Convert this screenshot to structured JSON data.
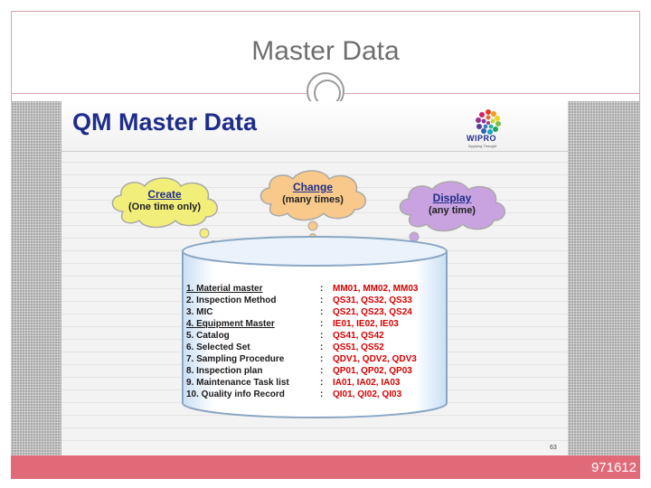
{
  "slide": {
    "title": "Master Data",
    "number": "971612"
  },
  "inner": {
    "title": "QM Master Data",
    "logo_text": "WIPRO",
    "logo_tagline": "Applying Thought",
    "page_number": "63"
  },
  "clouds": {
    "create": {
      "head": "Create",
      "sub": "(One time only)",
      "color": "#f2ee7a"
    },
    "change": {
      "head": "Change",
      "sub": "(many times)",
      "color": "#f8c98a"
    },
    "display": {
      "head": "Display",
      "sub": "(any time)",
      "color": "#c8a3e0"
    }
  },
  "items": [
    {
      "label": "1.  Material master",
      "codes": "MM01, MM02, MM03"
    },
    {
      "label": "2.  Inspection Method",
      "codes": "QS31, QS32, QS33"
    },
    {
      "label": "3.  MIC",
      "codes": "QS21, QS23, QS24"
    },
    {
      "label": "4.  Equipment Master",
      "codes": "IE01, IE02, IE03"
    },
    {
      "label": "5.  Catalog",
      "codes": "QS41, QS42"
    },
    {
      "label": "6.  Selected Set",
      "codes": "QS51, QS52"
    },
    {
      "label": "7.  Sampling Procedure",
      "codes": "QDV1, QDV2, QDV3"
    },
    {
      "label": "8.  Inspection plan",
      "codes": "QP01, QP02, QP03"
    },
    {
      "label": "9.  Maintenance Task list",
      "codes": "IA01, IA02, IA03"
    },
    {
      "label": "10. Quality info Record",
      "codes": "QI01, QI02, QI03"
    }
  ],
  "colon": ":",
  "colors": {
    "accent": "#e06a78",
    "title_text": "#1f2d8a",
    "codes": "#d80000"
  }
}
